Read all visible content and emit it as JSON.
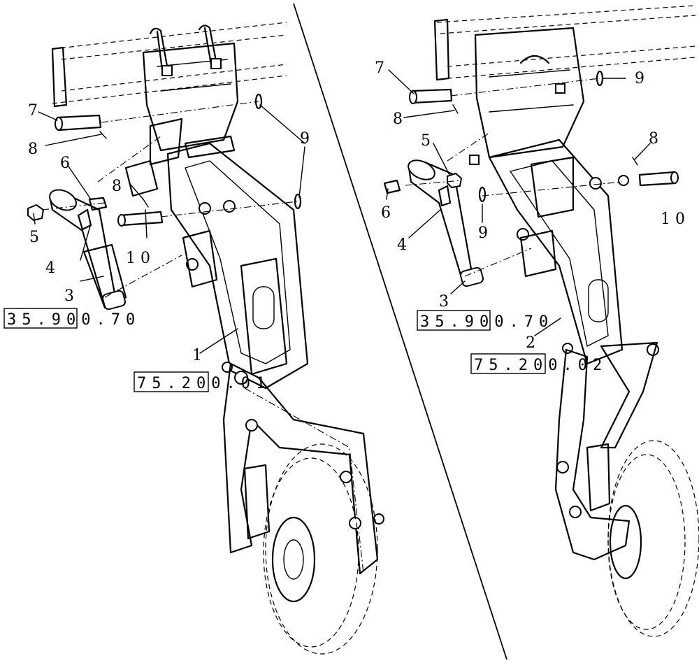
{
  "left_view": {
    "callouts": {
      "c1": "1",
      "c3": "3",
      "c4": "4",
      "c5": "5",
      "c6": "6",
      "c7": "7",
      "c8a": "8",
      "c8b": "8",
      "c9": "9",
      "c10": "1 0"
    },
    "refs": {
      "ref_a": "35.900.70",
      "ref_b": "75.200.01"
    }
  },
  "right_view": {
    "callouts": {
      "c2": "2",
      "c3": "3",
      "c4": "4",
      "c5": "5",
      "c6": "6",
      "c7": "7",
      "c8a": "8",
      "c8b": "8",
      "c9a": "9",
      "c9b": "9",
      "c10": "1 0"
    },
    "refs": {
      "ref_a": "35.900.70",
      "ref_b": "75.200.02"
    }
  }
}
